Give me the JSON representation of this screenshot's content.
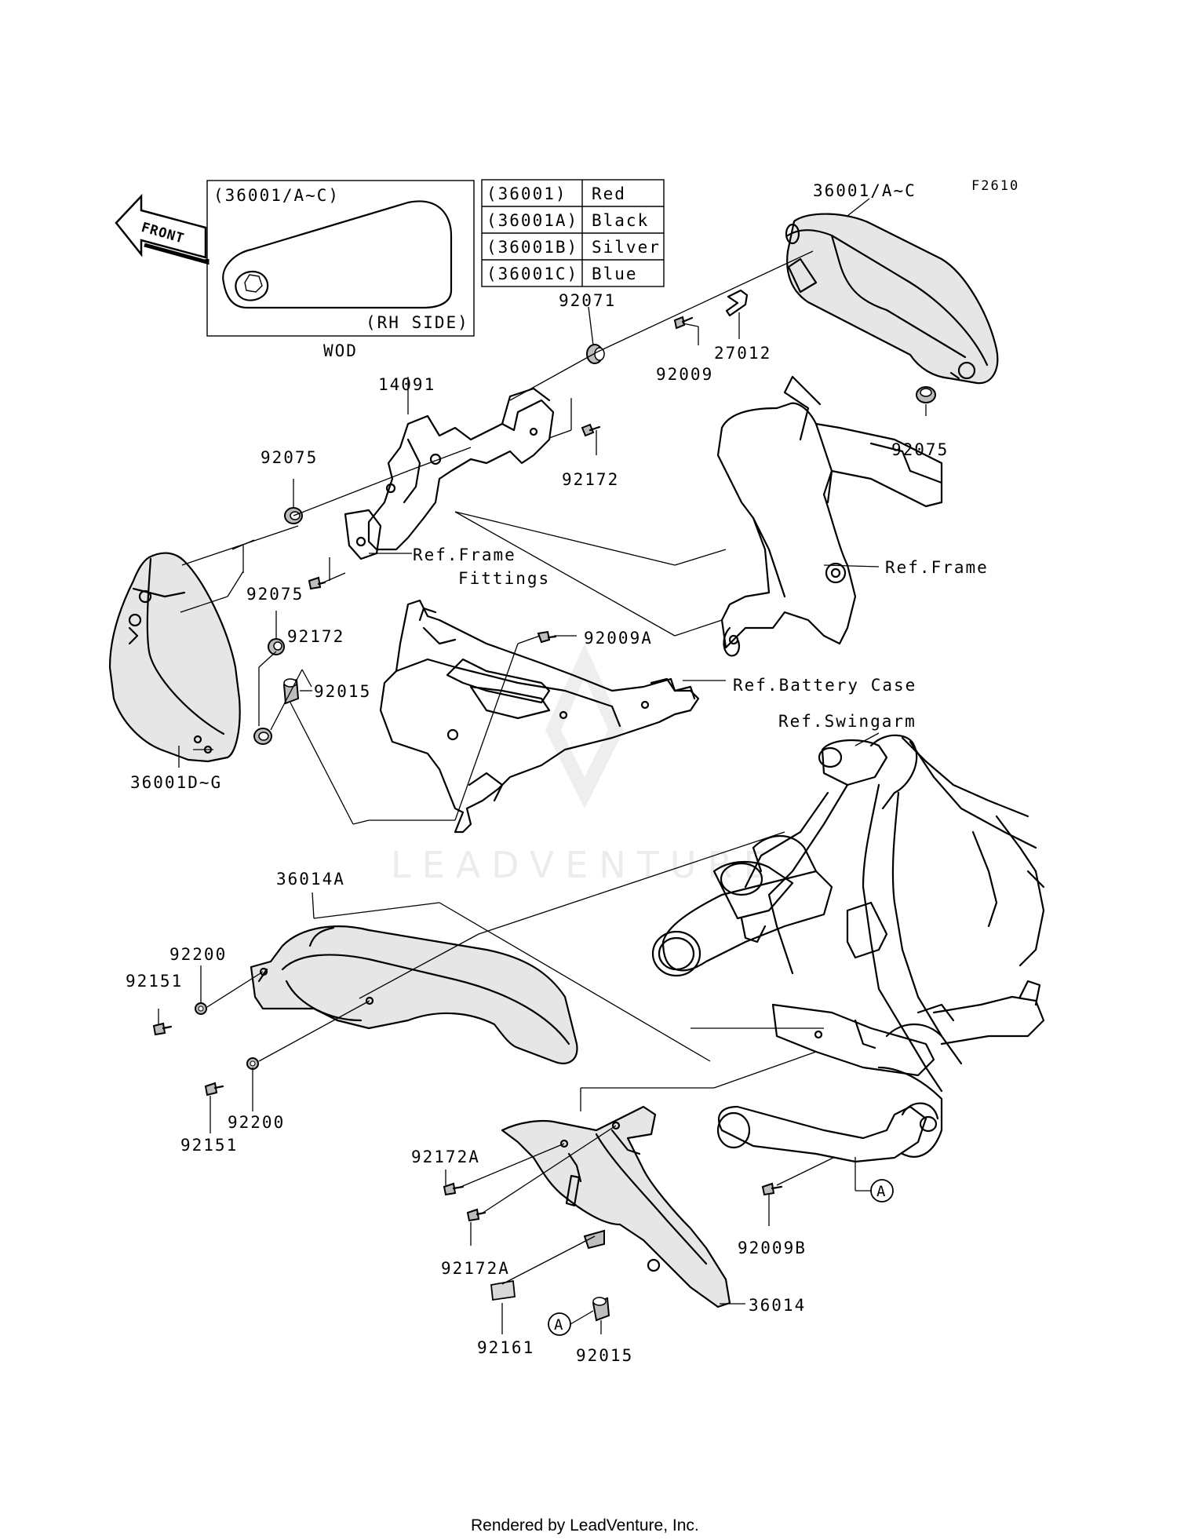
{
  "figure_code": "F2610",
  "front_arrow_label": "FRONT",
  "inset": {
    "title": "(36001/A~C)",
    "side_note": "(RH SIDE)",
    "caption": "WOD"
  },
  "color_table": [
    {
      "part": "(36001)",
      "color": "Red"
    },
    {
      "part": "(36001A)",
      "color": "Black"
    },
    {
      "part": "(36001B)",
      "color": "Silver"
    },
    {
      "part": "(36001C)",
      "color": "Blue"
    }
  ],
  "part_labels": {
    "p36001_ac": "36001/A~C",
    "p92071": "92071",
    "p27012": "27012",
    "p92009": "92009",
    "p92075_right": "92075",
    "p14091": "14091",
    "p92075_left": "92075",
    "p92172_upper": "92172",
    "p92075_mid": "92075",
    "p92172_lower": "92172",
    "p92015_upper": "92015",
    "p36001_dg": "36001D~G",
    "p92009a": "92009A",
    "p36014a": "36014A",
    "p92200_upper": "92200",
    "p92151_upper": "92151",
    "p92200_lower": "92200",
    "p92151_lower": "92151",
    "p92172a_upper": "92172A",
    "p92172a_lower": "92172A",
    "p92009b": "92009B",
    "p36014": "36014",
    "p92161": "92161",
    "p92015_lower": "92015"
  },
  "ref_labels": {
    "frame_fittings_1": "Ref.Frame",
    "frame_fittings_2": "Fittings",
    "frame": "Ref.Frame",
    "battery_case": "Ref.Battery Case",
    "swingarm": "Ref.Swingarm"
  },
  "callout_marker": "A",
  "watermark": "LEADVENTURE",
  "footer": "Rendered by LeadVenture, Inc."
}
